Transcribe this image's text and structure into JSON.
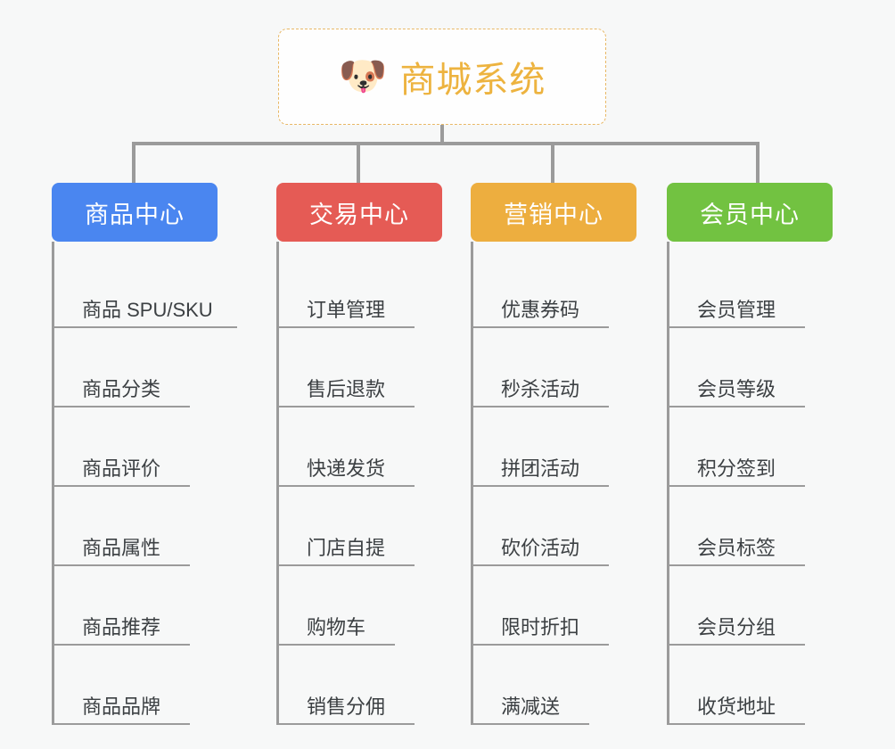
{
  "root": {
    "icon": "dog-face-emoji",
    "icon_glyph": "🐶",
    "title": "商城系统",
    "title_color": "#edb33f",
    "border_color": "#e8b866",
    "background": "#fefefe"
  },
  "canvas": {
    "background": "#f7f8f8",
    "connector_color": "#9b9b9b"
  },
  "columns": [
    {
      "id": "product-center",
      "label": "商品中心",
      "color": "#4a86f0",
      "items": [
        {
          "label": "商品 SPU/SKU",
          "line_width": 208
        },
        {
          "label": "商品分类",
          "line_width": 155
        },
        {
          "label": "商品评价",
          "line_width": 155
        },
        {
          "label": "商品属性",
          "line_width": 155
        },
        {
          "label": "商品推荐",
          "line_width": 155
        },
        {
          "label": "商品品牌",
          "line_width": 155
        }
      ]
    },
    {
      "id": "trade-center",
      "label": "交易中心",
      "color": "#e55b55",
      "items": [
        {
          "label": "订单管理",
          "line_width": 155
        },
        {
          "label": "售后退款",
          "line_width": 155
        },
        {
          "label": "快递发货",
          "line_width": 155
        },
        {
          "label": "门店自提",
          "line_width": 155
        },
        {
          "label": "购物车",
          "line_width": 133
        },
        {
          "label": "销售分佣",
          "line_width": 155
        }
      ]
    },
    {
      "id": "marketing-center",
      "label": "营销中心",
      "color": "#edae3f",
      "items": [
        {
          "label": "优惠券码",
          "line_width": 155
        },
        {
          "label": "秒杀活动",
          "line_width": 155
        },
        {
          "label": "拼团活动",
          "line_width": 155
        },
        {
          "label": "砍价活动",
          "line_width": 155
        },
        {
          "label": "限时折扣",
          "line_width": 155
        },
        {
          "label": "满减送",
          "line_width": 133
        }
      ]
    },
    {
      "id": "member-center",
      "label": "会员中心",
      "color": "#72c241",
      "items": [
        {
          "label": "会员管理",
          "line_width": 155
        },
        {
          "label": "会员等级",
          "line_width": 155
        },
        {
          "label": "积分签到",
          "line_width": 155
        },
        {
          "label": "会员标签",
          "line_width": 155
        },
        {
          "label": "会员分组",
          "line_width": 155
        },
        {
          "label": "收货地址",
          "line_width": 155
        }
      ]
    }
  ]
}
